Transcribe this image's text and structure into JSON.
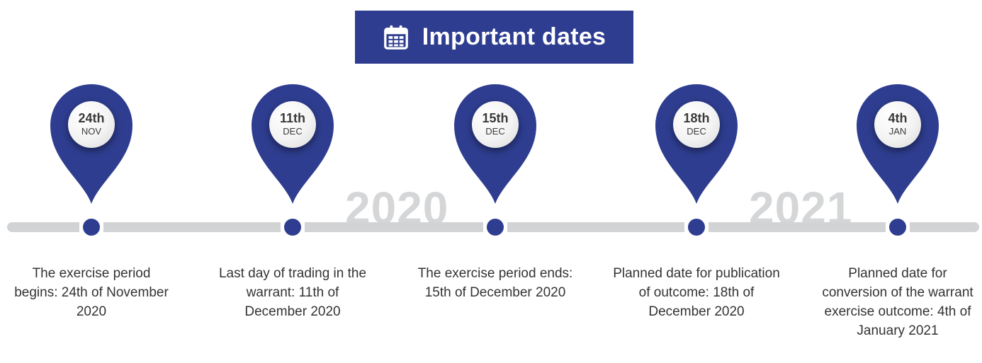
{
  "header": {
    "title": "Important dates",
    "icon": "calendar-icon"
  },
  "years": [
    "2020",
    "2021"
  ],
  "colors": {
    "primary": "#2e3d8f",
    "line": "#d2d3d5",
    "year_text": "#d5d6d8"
  },
  "milestones": [
    {
      "day": "24th",
      "month": "NOV",
      "caption": "The exercise period begins: 24th of November 2020"
    },
    {
      "day": "11th",
      "month": "DEC",
      "caption": "Last day of trading in the warrant: 11th of December 2020"
    },
    {
      "day": "15th",
      "month": "DEC",
      "caption": "The exercise period ends: 15th of December 2020"
    },
    {
      "day": "18th",
      "month": "DEC",
      "caption": "Planned date for publication of outcome: 18th of December 2020"
    },
    {
      "day": "4th",
      "month": "JAN",
      "caption": "Planned date for conversion of the warrant exercise outcome: 4th of January 2021"
    }
  ]
}
